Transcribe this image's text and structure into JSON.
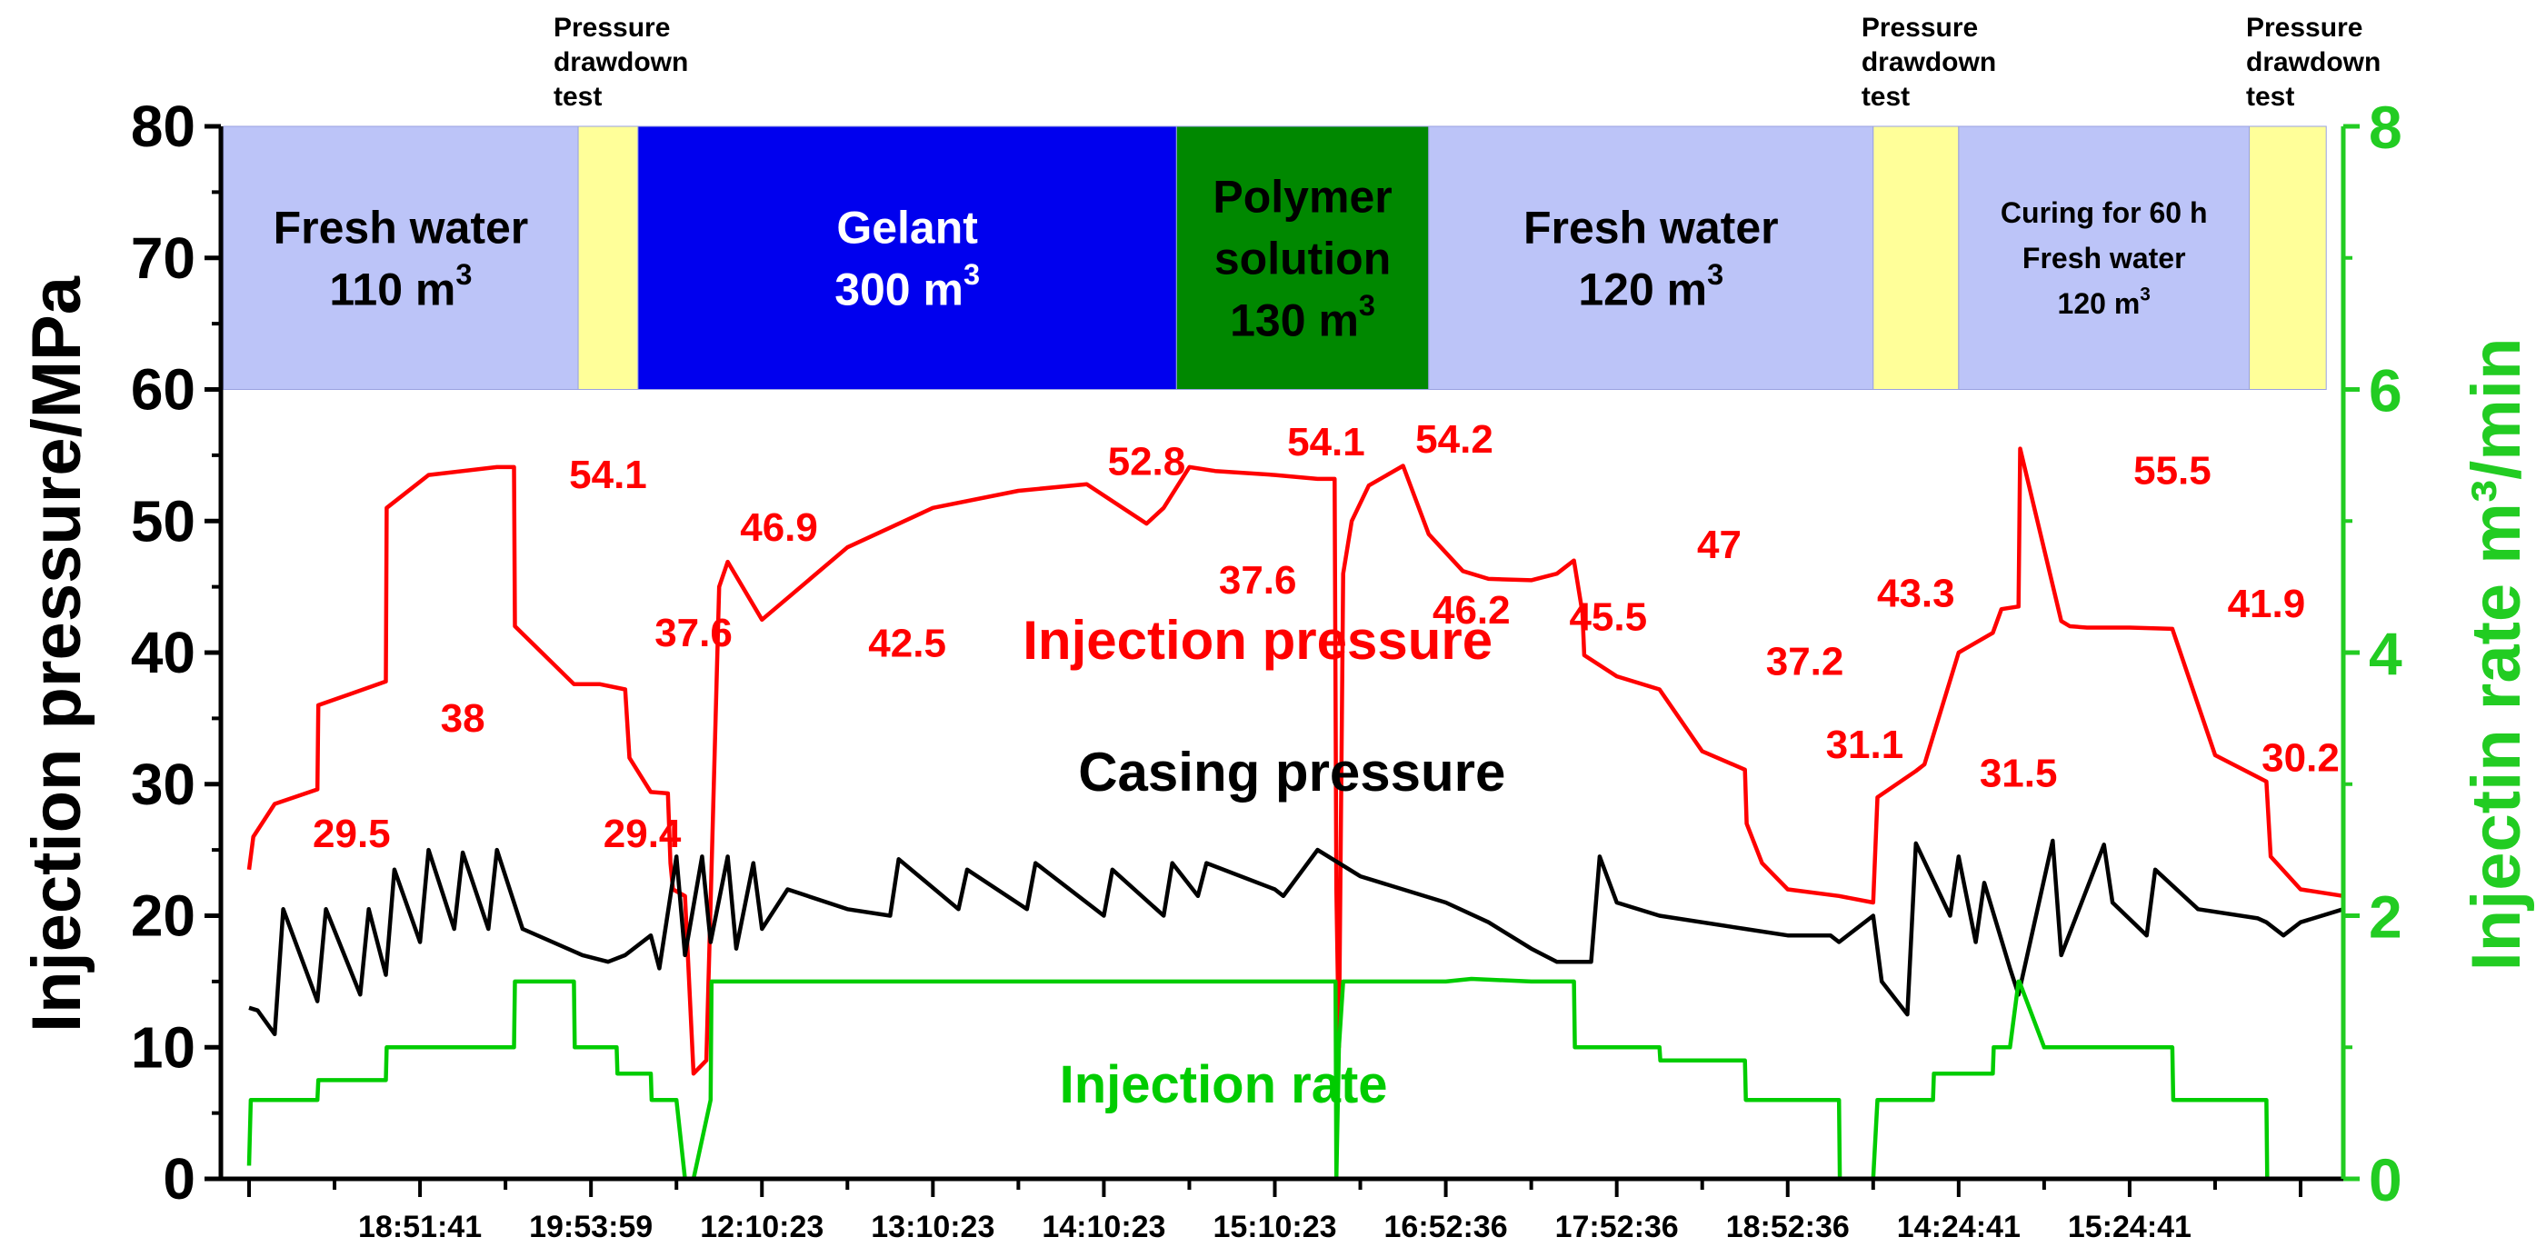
{
  "chart_data": {
    "type": "line",
    "ylabel": "Injection pressure/MPa",
    "y2label": "Injectin rate m³/min",
    "ylim": [
      0,
      80
    ],
    "y2lim": [
      0,
      8
    ],
    "yticks": [
      "0",
      "10",
      "20",
      "30",
      "40",
      "50",
      "60",
      "70",
      "80"
    ],
    "y2ticks": [
      "0",
      "2",
      "4",
      "6",
      "8"
    ],
    "xlim": [
      0,
      24
    ],
    "xtick_labels": [
      "18:51:41",
      "19:53:59",
      "12:10:23",
      "13:10:23",
      "14:10:23",
      "15:10:23",
      "16:52:36",
      "17:52:36",
      "18:52:36",
      "14:24:41",
      "15:24:41"
    ],
    "xtick_positions": [
      2,
      4,
      6,
      8,
      10,
      12,
      14,
      16,
      18,
      20,
      22
    ],
    "grid": false,
    "colors": {
      "injection_pressure": "#ff0000",
      "casing_pressure": "#000000",
      "injection_rate": "#00cc00",
      "right_axis": "#22cc22",
      "fresh_water": "#bcc4f8",
      "drawdown": "#ffff99",
      "gelant": "#0000ee",
      "polymer": "#008800"
    },
    "stages": [
      {
        "x0": -0.3,
        "x1": 3.85,
        "color": "#bcc4f8",
        "lines": [
          "Fresh water",
          "110 m",
          "3"
        ],
        "text_color": "#000000",
        "size": "large"
      },
      {
        "x0": 3.85,
        "x1": 4.55,
        "color": "#ffff99",
        "lines": [],
        "text_color": "#000000",
        "size": "large"
      },
      {
        "x0": 4.55,
        "x1": 10.85,
        "color": "#0000ee",
        "lines": [
          "Gelant",
          "300 m",
          "3"
        ],
        "text_color": "#ffffff",
        "size": "large"
      },
      {
        "x0": 10.85,
        "x1": 13.8,
        "color": "#008800",
        "lines": [
          "Polymer",
          "solution",
          "130 m",
          "3"
        ],
        "text_color": "#000000",
        "size": "large"
      },
      {
        "x0": 13.8,
        "x1": 19.0,
        "color": "#bcc4f8",
        "lines": [
          "Fresh water",
          "120 m",
          "3"
        ],
        "text_color": "#000000",
        "size": "large"
      },
      {
        "x0": 19.0,
        "x1": 20.0,
        "color": "#ffff99",
        "lines": [],
        "text_color": "#000000",
        "size": "large"
      },
      {
        "x0": 20.0,
        "x1": 23.4,
        "color": "#bcc4f8",
        "lines": [
          "Curing for 60 h",
          "Fresh water",
          "120 m",
          "3"
        ],
        "text_color": "#000000",
        "size": "small"
      },
      {
        "x0": 23.4,
        "x1": 24.3,
        "color": "#ffff99",
        "lines": [],
        "text_color": "#000000",
        "size": "large"
      }
    ],
    "drawdown_label": [
      "Pressure",
      "drawdown",
      "test"
    ],
    "drawdown_label_x": [
      4.2,
      19.5,
      24.0
    ],
    "series": [
      {
        "name": "Injection pressure",
        "axis": "left",
        "color": "#ff0000",
        "x": [
          0,
          0.05,
          0.3,
          0.8,
          0.81,
          1.6,
          1.61,
          2.1,
          2.9,
          3.1,
          3.11,
          3.8,
          4.1,
          4.4,
          4.45,
          4.7,
          4.9,
          4.93,
          4.96,
          5.1,
          5.2,
          5.35,
          5.5,
          5.6,
          6.0,
          7.0,
          8.0,
          9.0,
          9.8,
          10.5,
          10.7,
          11.0,
          11.3,
          12.0,
          12.5,
          12.7,
          12.72,
          12.75,
          12.8,
          12.9,
          13.1,
          13.5,
          13.8,
          14.2,
          14.5,
          15.0,
          15.3,
          15.5,
          15.6,
          15.62,
          16.0,
          16.5,
          17.0,
          17.5,
          17.52,
          17.7,
          18.0,
          18.6,
          19.0,
          19.05,
          19.5,
          19.6,
          20.0,
          20.4,
          20.5,
          20.7,
          20.72,
          21.2,
          21.3,
          21.5,
          22.0,
          22.5,
          23.0,
          23.6,
          23.65,
          24.0,
          24.5
        ],
        "y": [
          23.5,
          26,
          28.5,
          29.6,
          36,
          37.8,
          51,
          53.5,
          54.1,
          54.1,
          42,
          37.6,
          37.6,
          37.2,
          32,
          29.4,
          29.3,
          24,
          22,
          21.5,
          8,
          9,
          45,
          46.9,
          42.5,
          48,
          51,
          52.3,
          52.8,
          49.8,
          51,
          54.1,
          53.8,
          53.5,
          53.2,
          53.2,
          22,
          10,
          46,
          50,
          52.7,
          54.2,
          49,
          46.2,
          45.6,
          45.5,
          46,
          47,
          43,
          39.8,
          38.2,
          37.2,
          32.5,
          31.1,
          27,
          24,
          22,
          21.5,
          21,
          29,
          31,
          31.5,
          40,
          41.5,
          43.3,
          43.5,
          55.5,
          42.4,
          42,
          41.9,
          41.9,
          41.8,
          32.2,
          30.2,
          24.5,
          22,
          21.5
        ]
      },
      {
        "name": "Casing pressure",
        "axis": "left",
        "color": "#000000",
        "x": [
          0,
          0.1,
          0.3,
          0.4,
          0.8,
          0.9,
          1.3,
          1.4,
          1.6,
          1.7,
          2.0,
          2.1,
          2.4,
          2.5,
          2.8,
          2.9,
          3.2,
          3.9,
          4.2,
          4.4,
          4.7,
          4.8,
          5.0,
          5.1,
          5.3,
          5.4,
          5.6,
          5.7,
          5.9,
          6.0,
          6.3,
          7.0,
          7.5,
          7.6,
          8.3,
          8.4,
          9.1,
          9.2,
          10.0,
          10.1,
          10.7,
          10.8,
          11.1,
          11.2,
          12.0,
          12.1,
          12.5,
          13.0,
          14.0,
          14.5,
          15.0,
          15.3,
          15.7,
          15.8,
          16.0,
          16.5,
          17.5,
          18.0,
          18.5,
          18.6,
          19.0,
          19.1,
          19.4,
          19.5,
          19.9,
          20.0,
          20.2,
          20.3,
          20.6,
          20.7,
          21.1,
          21.2,
          21.7,
          21.8,
          22.2,
          22.3,
          22.8,
          23.5,
          23.6,
          23.8,
          24.0,
          24.5
        ],
        "y": [
          13,
          12.8,
          11,
          20.5,
          13.5,
          20.5,
          14,
          20.5,
          15.5,
          23.5,
          18,
          25,
          19,
          24.8,
          19,
          25,
          19,
          17,
          16.5,
          17,
          18.5,
          16,
          24.5,
          17,
          24.5,
          18,
          24.5,
          17.5,
          24,
          19,
          22,
          20.5,
          20,
          24.3,
          20.5,
          23.5,
          20.5,
          24,
          20,
          23.5,
          20,
          24,
          21.5,
          24,
          22,
          21.5,
          25,
          23,
          21,
          19.5,
          17.5,
          16.5,
          16.5,
          24.5,
          21,
          20,
          19,
          18.5,
          18.5,
          18,
          20,
          15,
          12.5,
          25.5,
          20,
          24.5,
          18,
          22.5,
          16,
          14,
          25.7,
          17,
          25.4,
          21,
          18.5,
          23.5,
          20.5,
          19.8,
          19.5,
          18.5,
          19.5,
          20.5
        ]
      },
      {
        "name": "Injection rate",
        "axis": "right",
        "color": "#00cc00",
        "x": [
          0,
          0.02,
          0.8,
          0.81,
          1.6,
          1.61,
          3.1,
          3.11,
          3.8,
          3.81,
          4.3,
          4.31,
          4.7,
          4.71,
          4.72,
          5.0,
          5.1,
          5.2,
          5.4,
          5.41,
          10.0,
          12.0,
          12.71,
          12.72,
          12.75,
          12.8,
          14.0,
          14.3,
          15.0,
          15.5,
          15.51,
          16.5,
          16.51,
          17.5,
          17.51,
          18.6,
          18.61,
          19.0,
          19.05,
          19.1,
          19.7,
          19.71,
          20.4,
          20.41,
          20.6,
          20.7,
          20.71,
          21.0,
          22.5,
          22.51,
          23.6,
          23.61
        ],
        "y": [
          0.1,
          0.6,
          0.6,
          0.75,
          0.75,
          1.0,
          1.0,
          1.5,
          1.5,
          1.0,
          1.0,
          0.8,
          0.8,
          0.6,
          0.6,
          0.6,
          0.0,
          0.0,
          0.6,
          1.5,
          1.5,
          1.5,
          1.5,
          0.0,
          1.0,
          1.5,
          1.5,
          1.52,
          1.5,
          1.5,
          1.0,
          1.0,
          0.9,
          0.9,
          0.6,
          0.6,
          0.0,
          0.0,
          0.6,
          0.6,
          0.6,
          0.8,
          0.8,
          1.0,
          1.0,
          1.5,
          1.5,
          1.0,
          1.0,
          0.6,
          0.6,
          0.0
        ]
      }
    ],
    "annotations": [
      {
        "text": "54.1",
        "x": 4.2,
        "y": 52.5,
        "color": "#ff0000"
      },
      {
        "text": "38",
        "x": 2.5,
        "y": 34,
        "color": "#ff0000"
      },
      {
        "text": "37.6",
        "x": 5.2,
        "y": 40.5,
        "color": "#ff0000"
      },
      {
        "text": "29.5",
        "x": 1.2,
        "y": 25.2,
        "color": "#ff0000"
      },
      {
        "text": "29.4",
        "x": 4.6,
        "y": 25.2,
        "color": "#ff0000"
      },
      {
        "text": "46.9",
        "x": 6.2,
        "y": 48.5,
        "color": "#ff0000"
      },
      {
        "text": "42.5",
        "x": 7.7,
        "y": 39.7,
        "color": "#ff0000"
      },
      {
        "text": "52.8",
        "x": 10.5,
        "y": 53.5,
        "color": "#ff0000"
      },
      {
        "text": "54.1",
        "x": 12.6,
        "y": 55,
        "color": "#ff0000"
      },
      {
        "text": "37.6",
        "x": 11.8,
        "y": 44.5,
        "color": "#ff0000"
      },
      {
        "text": "54.2",
        "x": 14.1,
        "y": 55.2,
        "color": "#ff0000"
      },
      {
        "text": "46.2",
        "x": 14.3,
        "y": 42.2,
        "color": "#ff0000"
      },
      {
        "text": "45.5",
        "x": 15.9,
        "y": 41.7,
        "color": "#ff0000"
      },
      {
        "text": "47",
        "x": 17.2,
        "y": 47.2,
        "color": "#ff0000"
      },
      {
        "text": "37.2",
        "x": 18.2,
        "y": 38.3,
        "color": "#ff0000"
      },
      {
        "text": "31.1",
        "x": 18.9,
        "y": 32,
        "color": "#ff0000"
      },
      {
        "text": "43.3",
        "x": 19.5,
        "y": 43.5,
        "color": "#ff0000"
      },
      {
        "text": "31.5",
        "x": 20.7,
        "y": 29.8,
        "color": "#ff0000"
      },
      {
        "text": "55.5",
        "x": 22.5,
        "y": 52.8,
        "color": "#ff0000"
      },
      {
        "text": "41.9",
        "x": 23.6,
        "y": 42.7,
        "color": "#ff0000"
      },
      {
        "text": "30.2",
        "x": 24.0,
        "y": 31,
        "color": "#ff0000"
      }
    ],
    "series_labels": [
      {
        "text": "Injection pressure",
        "x": 11.8,
        "y": 39.5,
        "color": "#ff0000",
        "size": 60
      },
      {
        "text": "Casing pressure",
        "x": 12.2,
        "y": 29.5,
        "color": "#000000",
        "size": 60
      },
      {
        "text": "Injection rate",
        "x": 11.4,
        "y": 5.8,
        "color": "#00cc00",
        "size": 58
      }
    ]
  }
}
